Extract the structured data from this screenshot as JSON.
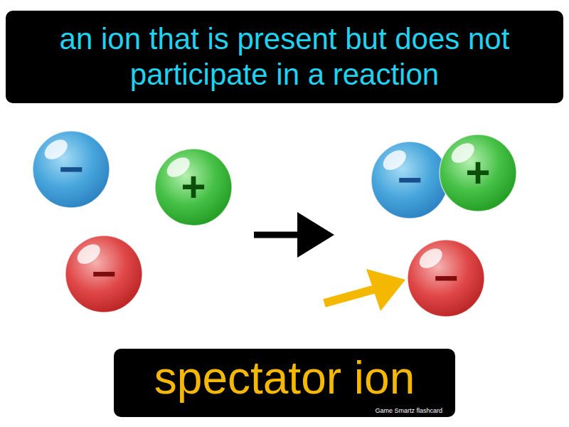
{
  "diagram": {
    "title": "spectator ion",
    "caption": "an ion that is present but does not participate in a reaction",
    "nodes": [
      {
        "text": [
          "−"
        ]
      },
      {
        "text": [
          "+"
        ]
      },
      {
        "text": [
          "−"
        ]
      },
      {
        "text": [
          "−"
        ]
      },
      {
        "text": [
          "+"
        ]
      },
      {
        "text": [
          "−"
        ]
      }
    ],
    "labels": [
      "Game Smartz flashcard"
    ]
  }
}
